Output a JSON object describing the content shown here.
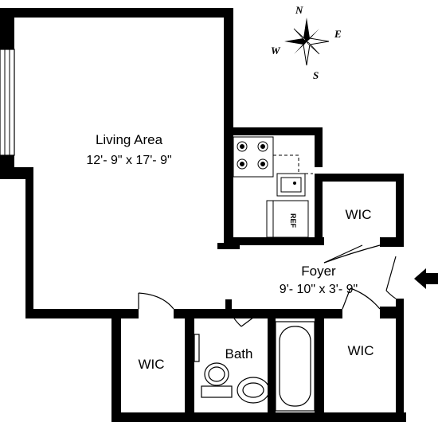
{
  "rooms": {
    "living": {
      "name": "Living Area",
      "dims": "12'- 9\" x 17'- 9\""
    },
    "foyer": {
      "name": "Foyer",
      "dims": "9'- 10\" x 3'- 9\""
    },
    "bath": {
      "name": "Bath"
    },
    "wic_upper": {
      "name": "WIC"
    },
    "wic_lower_left": {
      "name": "WIC"
    },
    "wic_lower_right": {
      "name": "WIC"
    }
  },
  "kitchen": {
    "ref_label": "REF"
  },
  "compass": {
    "n": "N",
    "e": "E",
    "s": "S",
    "w": "W"
  },
  "icons": {
    "entry": "entry-arrow-icon",
    "compass": "compass-rose-icon"
  },
  "colors": {
    "wall": "#000000",
    "background": "#ffffff"
  }
}
